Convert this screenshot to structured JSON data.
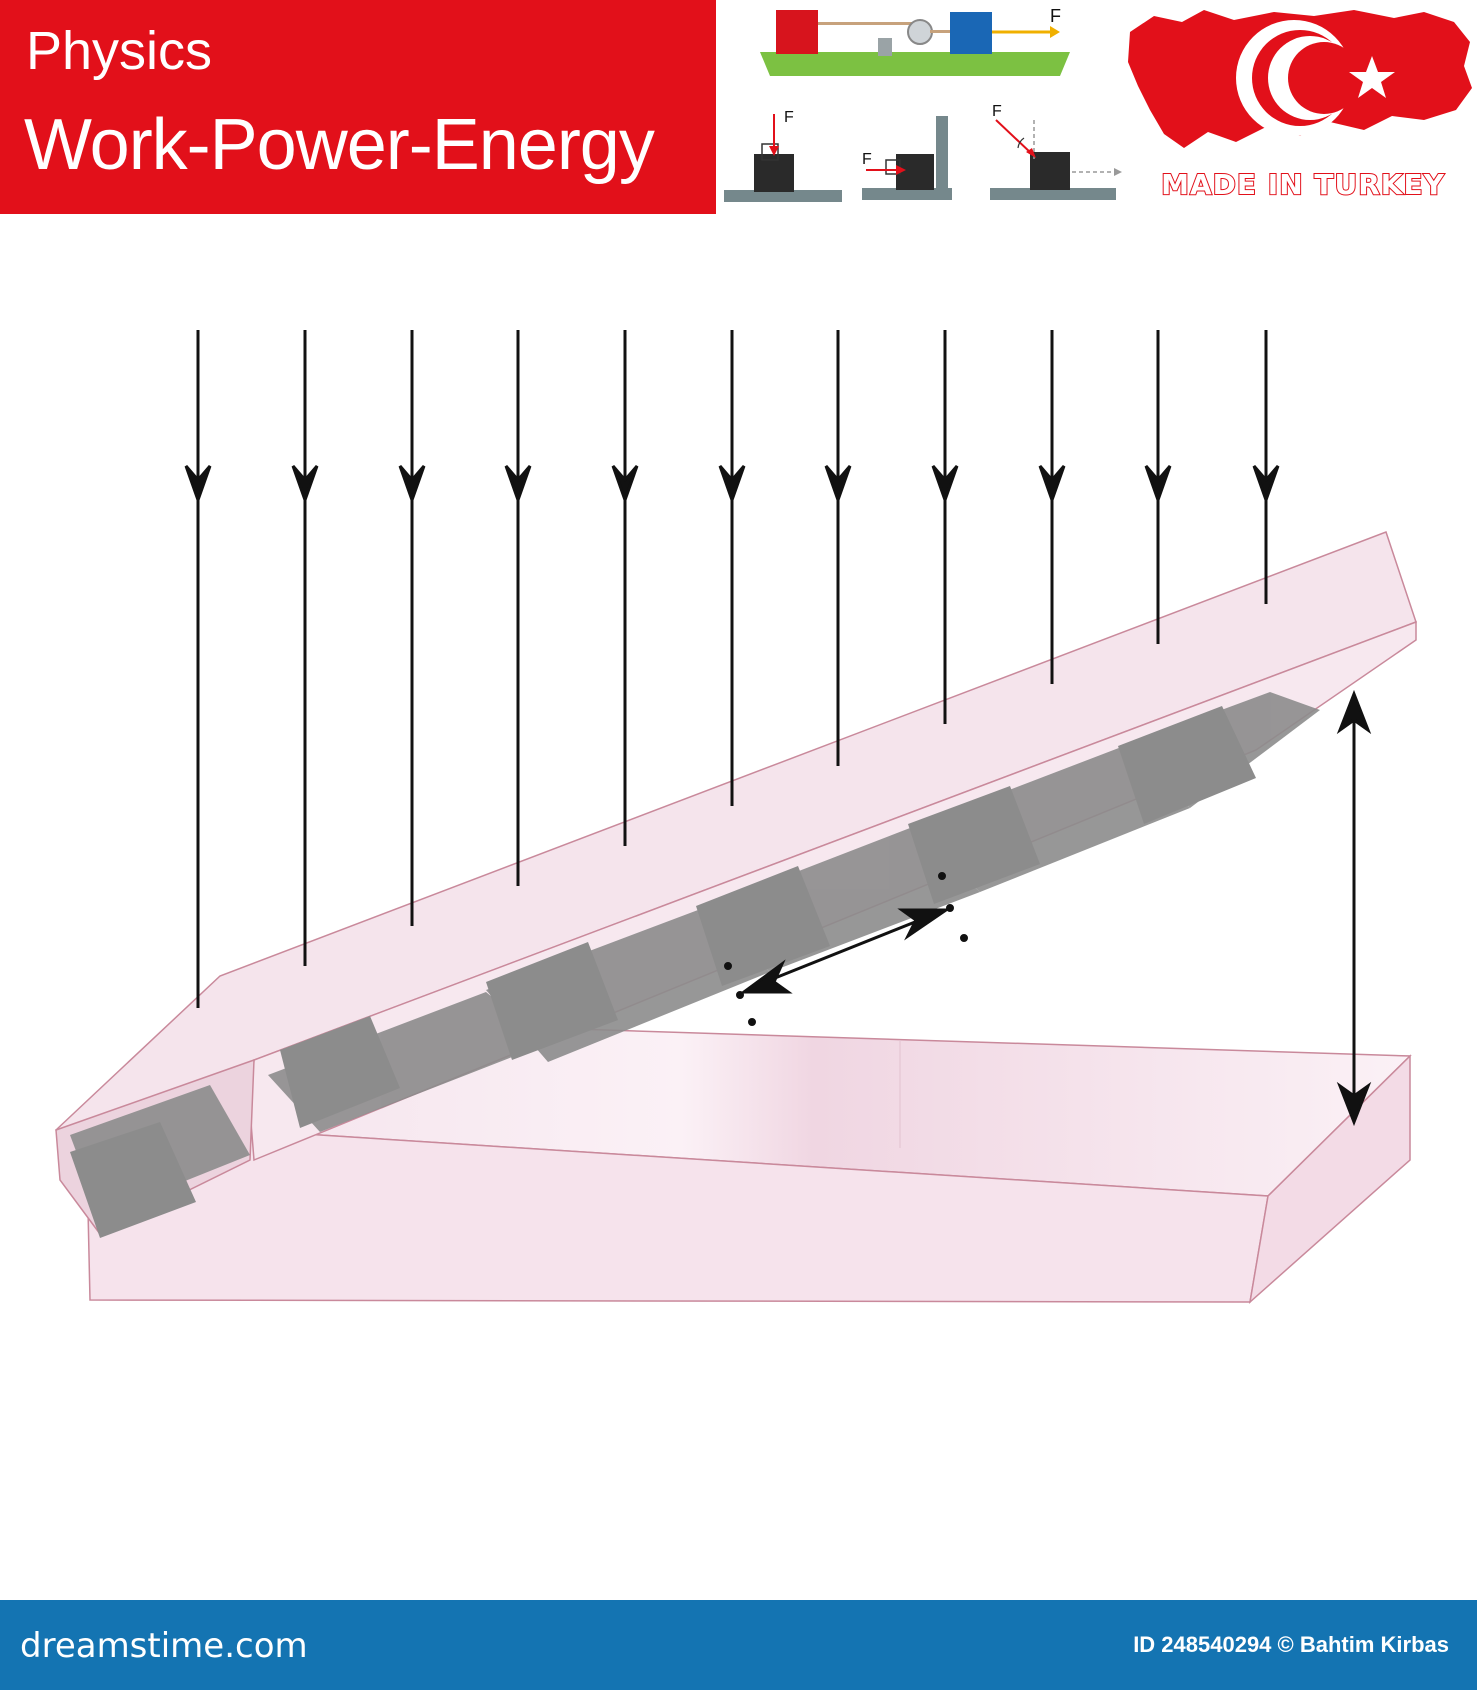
{
  "header": {
    "subject": "Physics",
    "topic": "Work-Power-Energy",
    "banner_color": "#e2101a"
  },
  "thumbnails": {
    "pulley_force_label": "F",
    "force_labels": [
      "F",
      "F",
      "F"
    ],
    "icons": [
      "pulley-system-icon",
      "vertical-force-icon",
      "horizontal-force-icon",
      "angled-force-icon"
    ]
  },
  "badge": {
    "text": "MADE IN TURKEY",
    "icons": [
      "turkey-map-icon",
      "crescent-star-icon"
    ]
  },
  "diagram": {
    "incident_arrow_count": 11,
    "shadow_stripe_count": 5,
    "colors": {
      "plate_edge": "#c9899b",
      "plate_fill": "#f6e6ee",
      "shadow": "#8c8c8c",
      "arrow": "#111111"
    }
  },
  "footer": {
    "brand": "dreamstime.com",
    "credit_id": "ID 248540294",
    "credit_author": "© Bahtim Kirbas",
    "bar_color": "#1474b2"
  }
}
